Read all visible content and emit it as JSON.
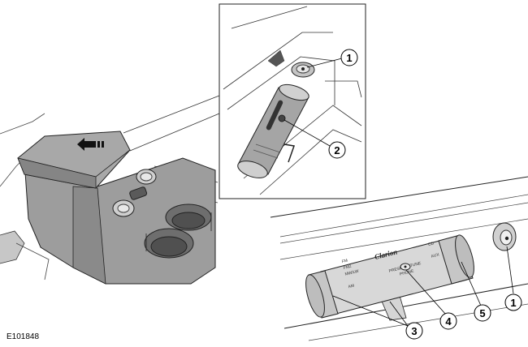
{
  "figure_id": "E101848",
  "callouts": {
    "top": [
      "1",
      "2"
    ],
    "bottom": [
      "3",
      "4",
      "5",
      "1"
    ]
  },
  "unit_labels": {
    "brand": "Clarion",
    "left_scale": [
      "FM",
      "FM2",
      "MW/LW",
      "AM"
    ],
    "right_scale": [
      "CD",
      "AUX"
    ],
    "middle_small": [
      "PRESET",
      "TUNE",
      "PHONE"
    ]
  },
  "icons": [
    "overview-console",
    "detail-cd-slot",
    "detail-radio-head-unit",
    "callout-circle",
    "arrow-indicator"
  ]
}
